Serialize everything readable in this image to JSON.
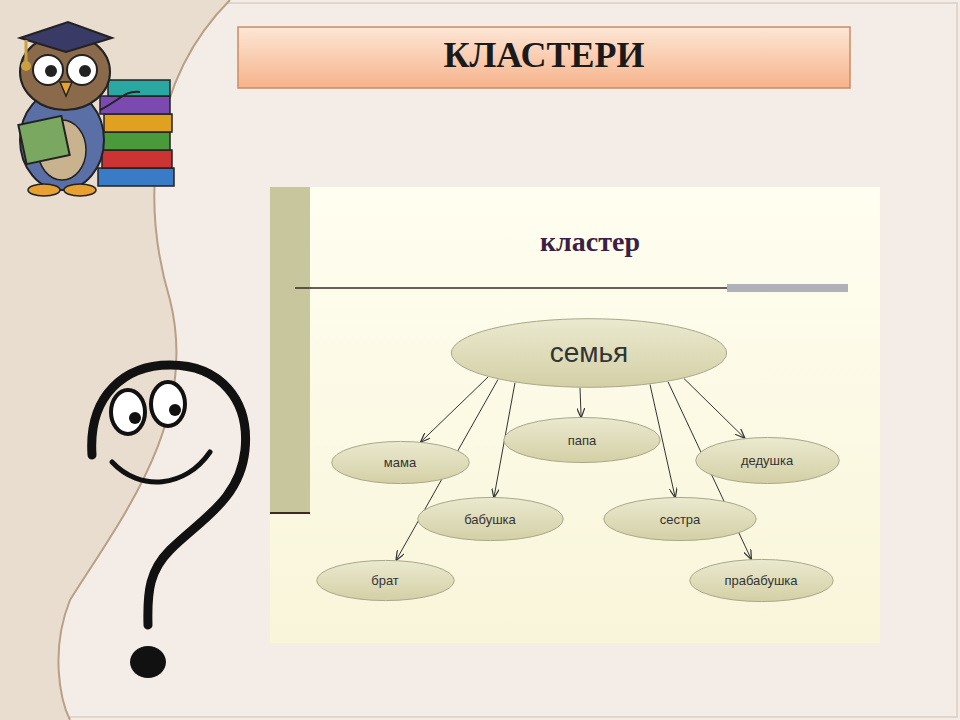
{
  "diagram": {
    "title": "КЛАСТЕРИ",
    "nodes": [
      {
        "text": [
          "семья"
        ]
      },
      {
        "text": [
          "мама"
        ]
      },
      {
        "text": [
          "папа"
        ]
      },
      {
        "text": [
          "дедушка"
        ]
      },
      {
        "text": [
          "бабушка"
        ]
      },
      {
        "text": [
          "сестра"
        ]
      },
      {
        "text": [
          "брат"
        ]
      },
      {
        "text": [
          "прабабушка"
        ]
      }
    ],
    "edges": [
      {
        "from": 0,
        "to": 1,
        "arrow": "to"
      },
      {
        "from": 0,
        "to": 2,
        "arrow": "to"
      },
      {
        "from": 0,
        "to": 3,
        "arrow": "to"
      },
      {
        "from": 0,
        "to": 4,
        "arrow": "to"
      },
      {
        "from": 0,
        "to": 5,
        "arrow": "to"
      },
      {
        "from": 0,
        "to": 6,
        "arrow": "to"
      },
      {
        "from": 0,
        "to": 7,
        "arrow": "to"
      }
    ],
    "labels": [
      "кластер"
    ]
  }
}
